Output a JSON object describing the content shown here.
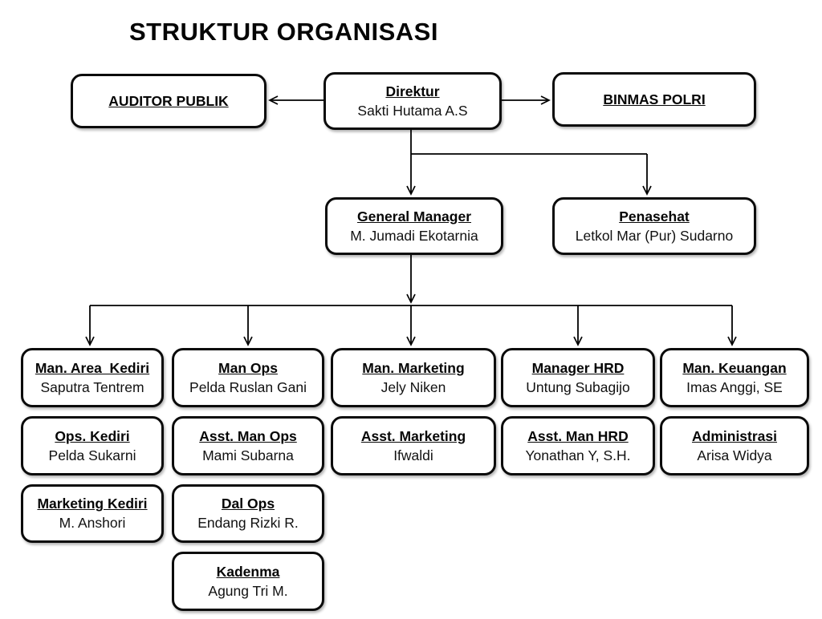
{
  "page": {
    "title": "STRUKTUR ORGANISASI",
    "background_color": "#ffffff",
    "line_color": "#000000",
    "box_border_color": "#0b0b0b",
    "box_fill_color": "#ffffff",
    "text_color": "#000000"
  },
  "nodes": {
    "auditor_publik": {
      "title": "AUDITOR PUBLIK",
      "name": ""
    },
    "direktur": {
      "title": "Direktur",
      "name": "Sakti Hutama A.S"
    },
    "binmas_polri": {
      "title": "BINMAS POLRI",
      "name": ""
    },
    "general_manager": {
      "title": "General Manager",
      "name": "M. Jumadi Ekotarnia"
    },
    "penasehat": {
      "title": "Penasehat",
      "name": "Letkol Mar (Pur) Sudarno"
    },
    "man_area_kediri": {
      "title": "Man. Area  Kediri",
      "name": "Saputra Tentrem"
    },
    "man_ops": {
      "title": "Man Ops",
      "name": "Pelda Ruslan Gani"
    },
    "man_marketing": {
      "title": "Man. Marketing",
      "name": "Jely Niken"
    },
    "manager_hrd": {
      "title": "Manager HRD",
      "name": "Untung Subagijo"
    },
    "man_keuangan": {
      "title": "Man. Keuangan",
      "name": "Imas Anggi, SE"
    },
    "ops_kediri": {
      "title": "Ops. Kediri",
      "name": "Pelda Sukarni"
    },
    "asst_man_ops": {
      "title": "Asst. Man Ops",
      "name": "Mami Subarna"
    },
    "asst_marketing": {
      "title": "Asst. Marketing",
      "name": "Ifwaldi"
    },
    "asst_man_hrd": {
      "title": "Asst. Man HRD",
      "name": "Yonathan Y, S.H."
    },
    "administrasi": {
      "title": "Administrasi",
      "name": "Arisa Widya"
    },
    "marketing_kediri": {
      "title": "Marketing Kediri",
      "name": "M. Anshori"
    },
    "dal_ops": {
      "title": "Dal Ops",
      "name": "Endang Rizki R."
    },
    "kadenma": {
      "title": "Kadenma",
      "name": "Agung Tri M."
    }
  }
}
